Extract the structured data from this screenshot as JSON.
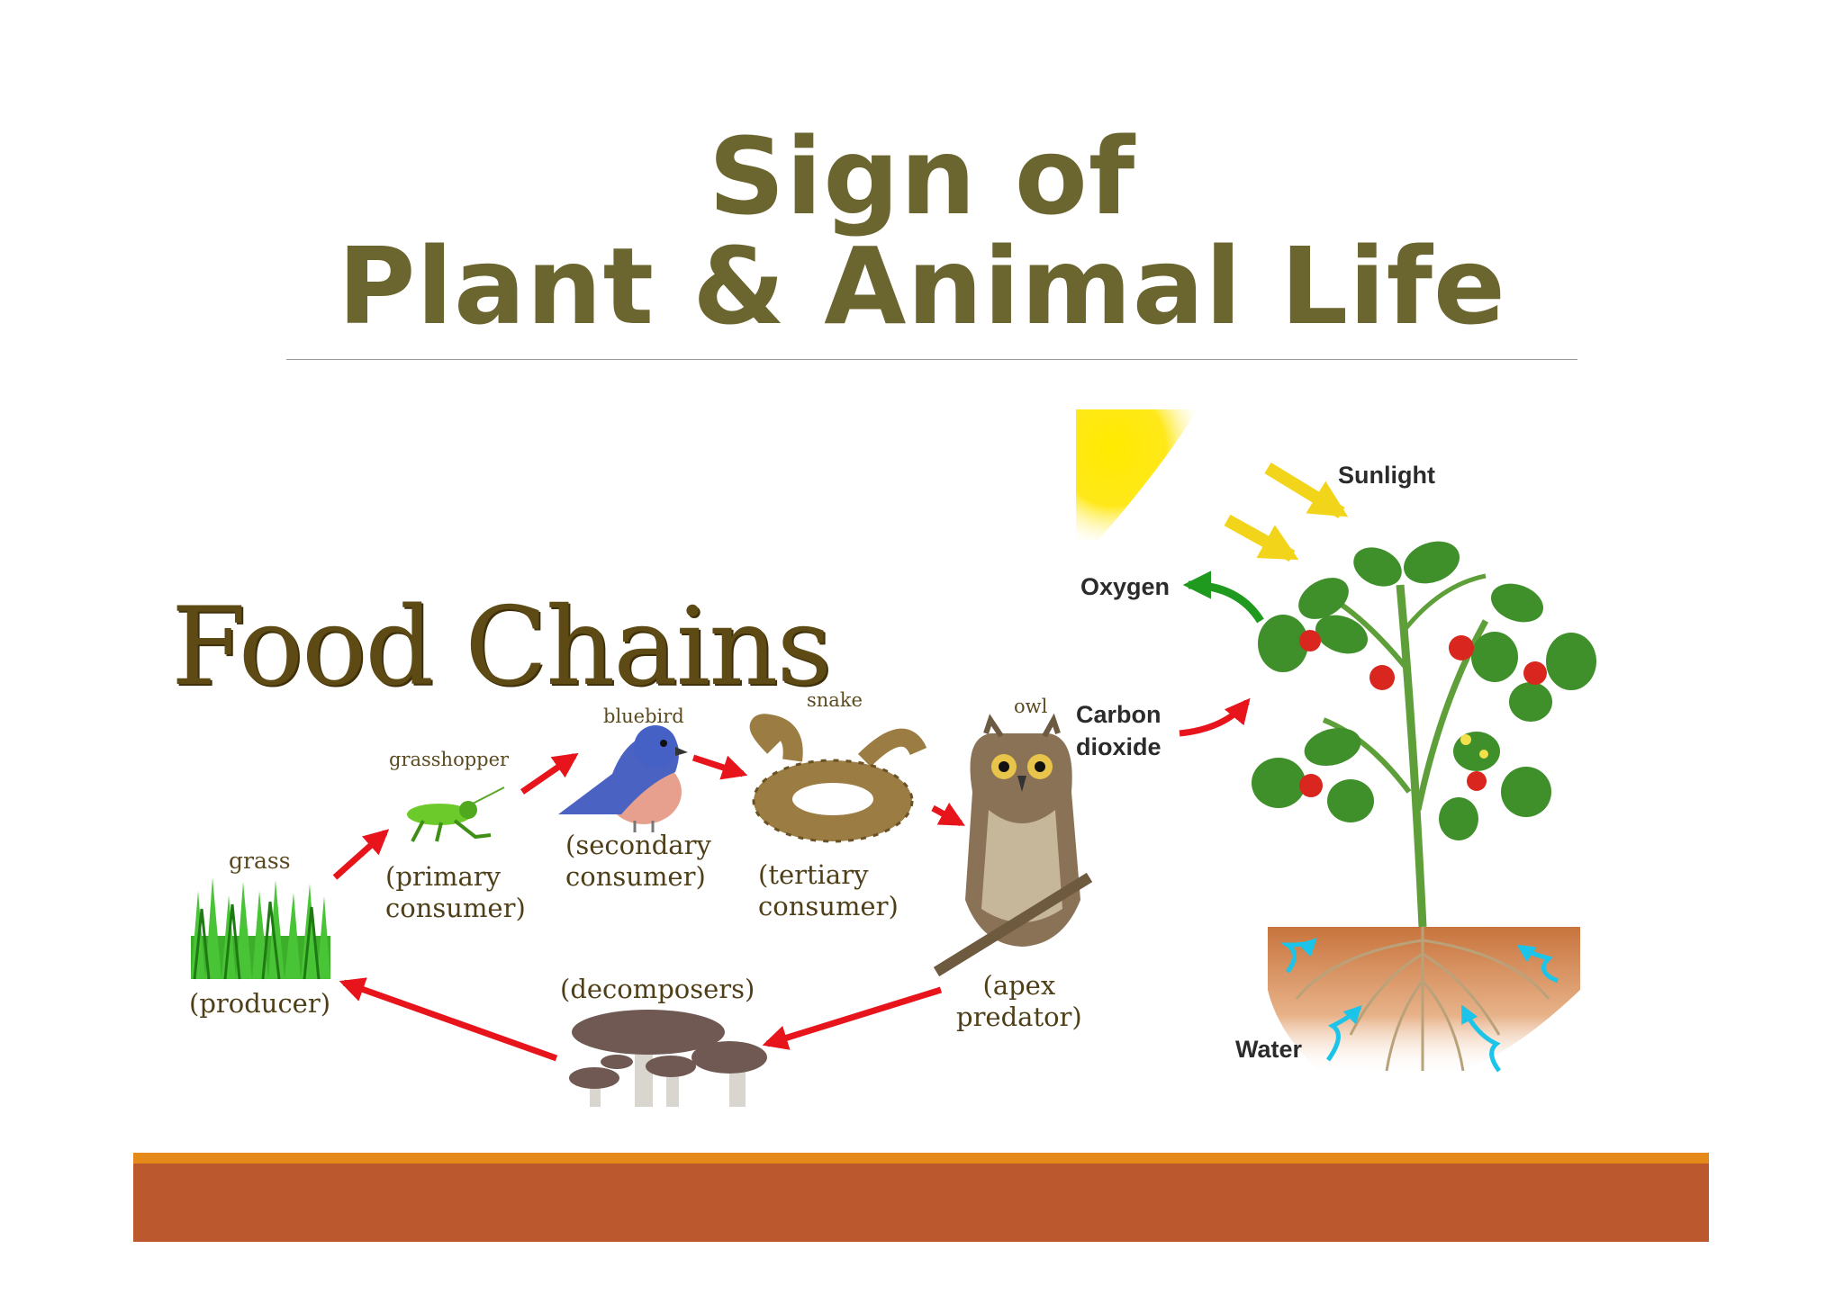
{
  "title": {
    "line1": "Sign of",
    "line2": "Plant & Animal Life"
  },
  "food_chain": {
    "heading": "Food Chains",
    "names": {
      "grass": "grass",
      "grasshopper": "grasshopper",
      "bluebird": "bluebird",
      "snake": "snake",
      "owl": "owl"
    },
    "roles": {
      "producer": "(producer)",
      "primary_1": "(primary",
      "primary_2": "consumer)",
      "secondary_1": "(secondary",
      "secondary_2": "consumer)",
      "tertiary_1": "(tertiary",
      "tertiary_2": "consumer)",
      "apex_1": "(apex",
      "apex_2": "predator)",
      "decomposers": "(decomposers)"
    }
  },
  "photosynthesis": {
    "sunlight": "Sunlight",
    "oxygen": "Oxygen",
    "carbon_1": "Carbon",
    "carbon_2": "dioxide",
    "water": "Water"
  },
  "colors": {
    "title": "#6b6530",
    "arrow_red": "#e8141c",
    "arrow_green": "#1f9a1f",
    "arrow_yellow": "#f2d51a",
    "arrow_water": "#1bc4e8",
    "footer_accent": "#e5891a",
    "footer_bar": "#bb582d"
  }
}
